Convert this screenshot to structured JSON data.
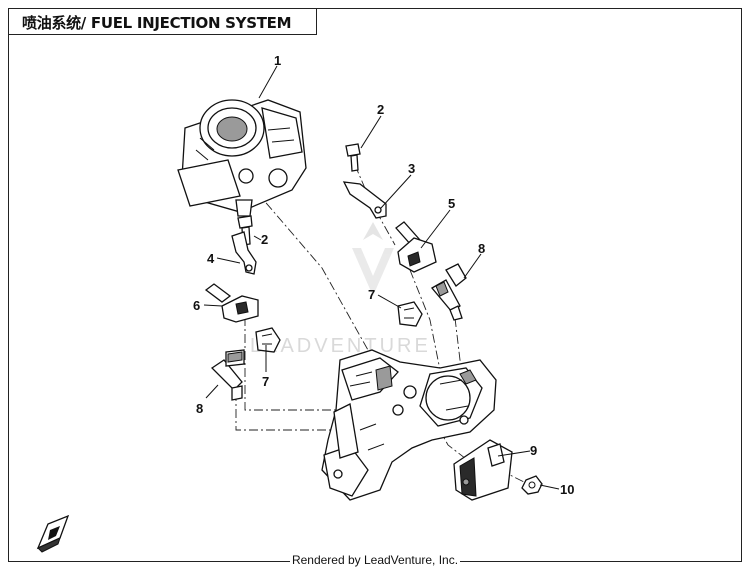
{
  "header": {
    "title": "喷油系统/ FUEL INJECTION SYSTEM"
  },
  "watermark": {
    "text": "LEADVENTURE"
  },
  "footer": {
    "credit": "Rendered by LeadVenture, Inc."
  },
  "callouts": [
    "1",
    "2",
    "3",
    "5",
    "2",
    "4",
    "8",
    "6",
    "7",
    "7",
    "8",
    "9",
    "10"
  ],
  "colors": {
    "line": "#111111",
    "border": "#222222",
    "watermark": "#d9d9d9"
  },
  "icons": [
    "direction-arrow-icon",
    "leadventure-logo"
  ]
}
